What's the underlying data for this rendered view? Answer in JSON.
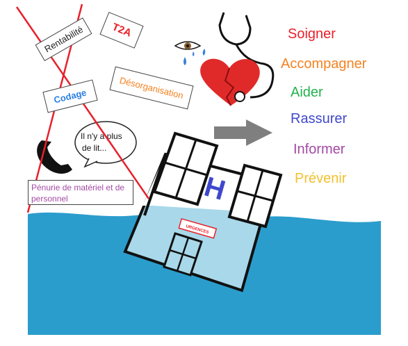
{
  "tags": {
    "rentabilite": "Rentabilité",
    "t2a": "T2A",
    "desorganisation": "Désorganisation",
    "codage": "Codage"
  },
  "speech_bubble": "Il n'y a plus de lit...",
  "penurie_box": "Pénurie de matériel et de personnel",
  "hospital": {
    "letter": "H",
    "urgences_sign": "URGENCES"
  },
  "verbs": [
    {
      "label": "Soigner",
      "color": "#e8202a"
    },
    {
      "label": "Accompagner",
      "color": "#f58220"
    },
    {
      "label": "Aider",
      "color": "#22b14c"
    },
    {
      "label": "Rassurer",
      "color": "#3f48cc"
    },
    {
      "label": "Informer",
      "color": "#a349a4"
    },
    {
      "label": "Prévenir",
      "color": "#f2c12e"
    }
  ],
  "colors": {
    "water": "#2b9dcc",
    "building_underwater": "#a8d8ea",
    "cross_out": "#e8202a",
    "heart": "#e02a2a",
    "arrow": "#7f7f7f",
    "tear": "#3a7fd8",
    "h_letter": "#3f48cc"
  },
  "icons": [
    "crying-eye-icon",
    "stethoscope-icon",
    "broken-heart-icon",
    "phone-icon",
    "arrow-right-icon"
  ]
}
